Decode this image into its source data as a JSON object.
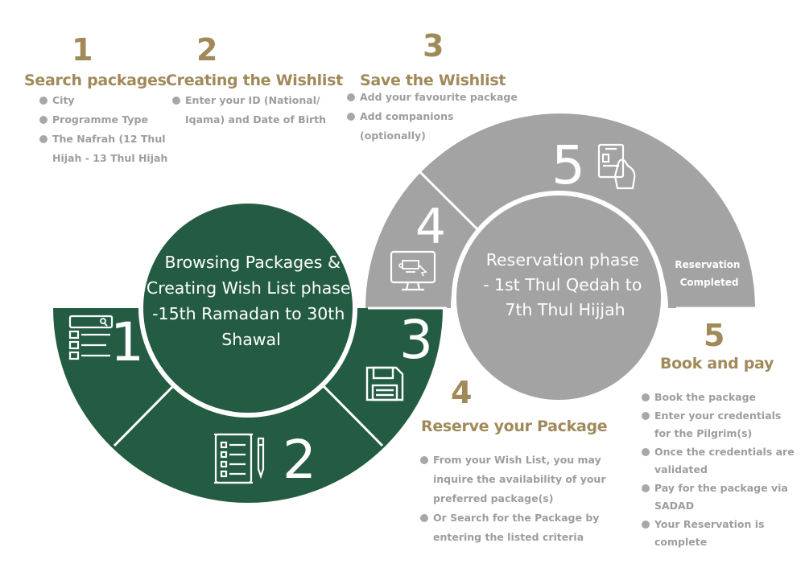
{
  "colors": {
    "green": "#235c43",
    "gray": "#a3a3a3",
    "gold": "#a08a5a",
    "bullet_text": "#9d9d9d"
  },
  "circles": {
    "browsing": "Browsing Packages & Creating Wish List phase -15th Ramadan to 30th Shawal",
    "browsing_lines": [
      "Browsing Packages &",
      "Creating Wish List phase",
      "-15th Ramadan to 30th",
      "Shawal"
    ],
    "reservation": "Reservation phase - 1st Thul Qedah to 7th Thul Hijjah",
    "reservation_lines": [
      "Reservation phase",
      "- 1st Thul Qedah to",
      "7th Thul Hijjah"
    ]
  },
  "ring_labels": [
    "1",
    "2",
    "3",
    "4",
    "5"
  ],
  "reservation_completed": [
    "Reservation",
    "Completed"
  ],
  "ring_icons": [
    "search-list-icon",
    "checklist-pen-icon",
    "floppy-disk-icon",
    "computer-monitor-icon",
    "card-payment-icon"
  ],
  "steps": [
    {
      "number": "1",
      "title": "Search packages",
      "bullets": [
        "City",
        "Programme Type",
        "The Nafrah (12 Thul Hijah - 13 Thul Hijah"
      ]
    },
    {
      "number": "2",
      "title": "Creating the Wishlist",
      "bullets": [
        "Enter your ID (National/ Iqama) and Date of Birth"
      ]
    },
    {
      "number": "3",
      "title": "Save the Wishlist",
      "bullets": [
        "Add your favourite package",
        "Add companions (optionally)"
      ]
    },
    {
      "number": "4",
      "title": "Reserve your Package",
      "bullets": [
        "From your Wish List, you may inquire the availability of your preferred package(s)",
        "Or Search for the Package by entering the listed criteria"
      ]
    },
    {
      "number": "5",
      "title": "Book and pay",
      "bullets": [
        "Book the package",
        "Enter your credentials for the Pilgrim(s)",
        "Once the credentials are validated",
        "Pay for the package via SADAD",
        "Your Reservation is complete"
      ]
    }
  ]
}
